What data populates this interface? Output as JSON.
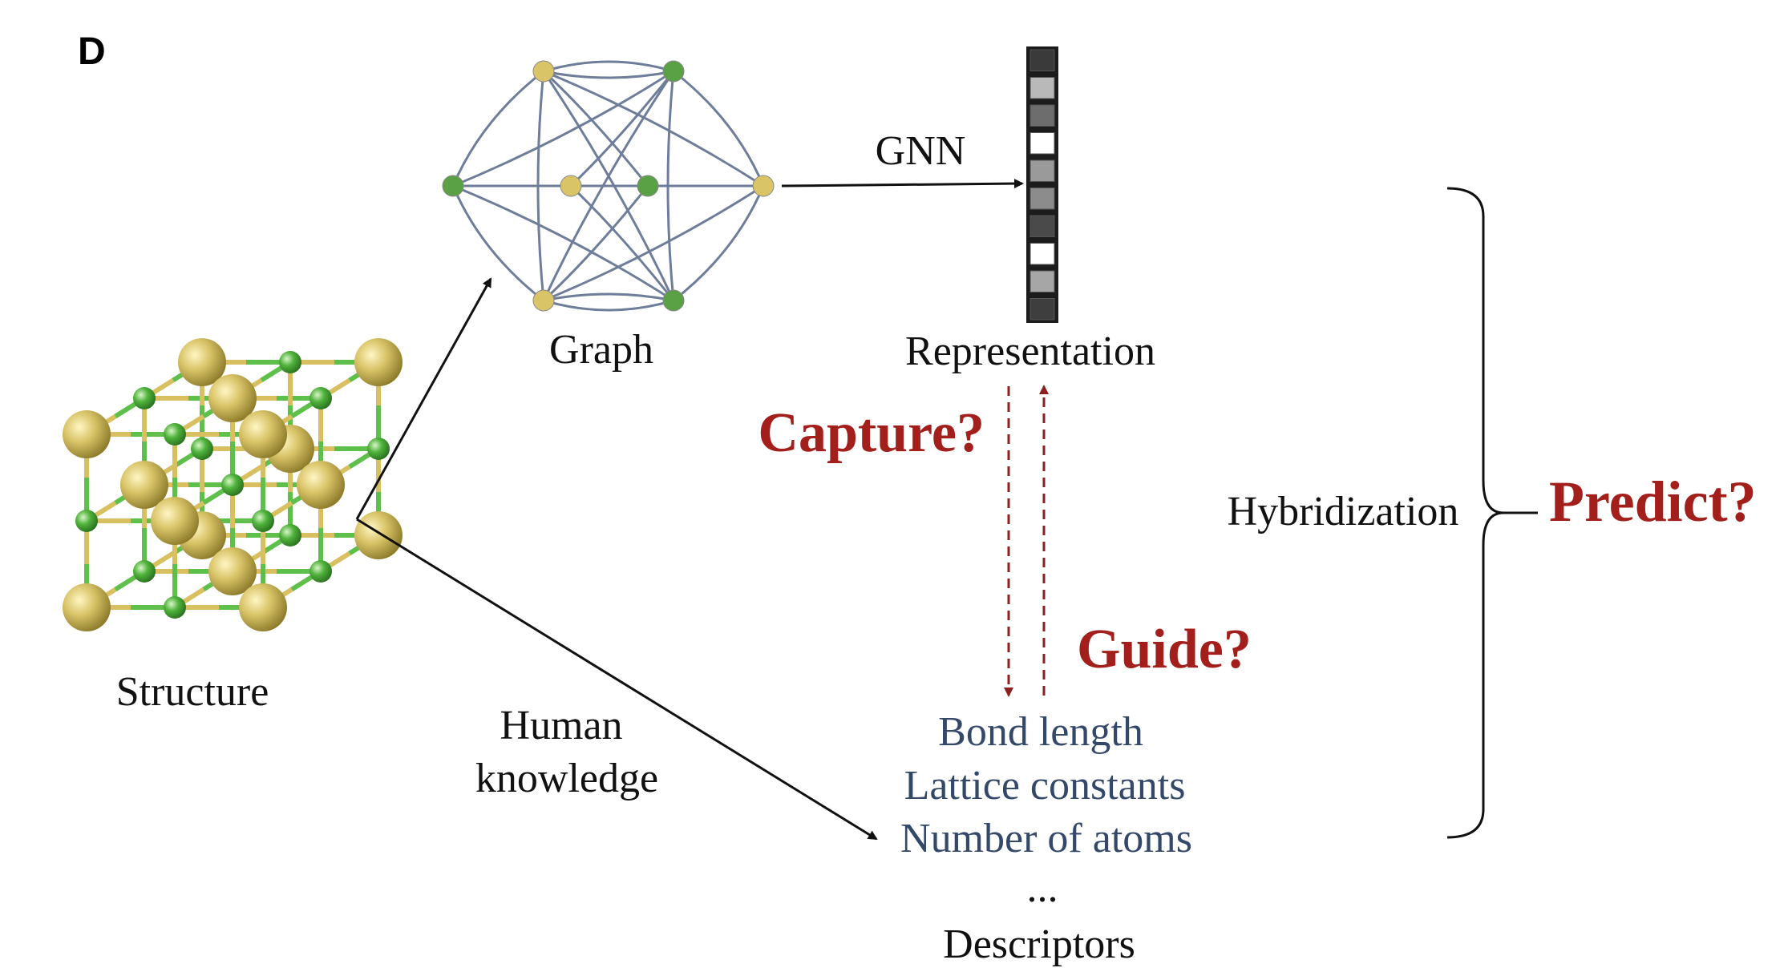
{
  "panel_label": "D",
  "labels": {
    "structure": "Structure",
    "graph": "Graph",
    "gnn": "GNN",
    "representation": "Representation",
    "capture": "Capture?",
    "guide": "Guide?",
    "hybridization": "Hybridization",
    "predict": "Predict?",
    "human_knowledge_line1": "Human",
    "human_knowledge_line2": "knowledge",
    "descriptors": "Descriptors",
    "ellipsis": "..."
  },
  "descriptor_items": [
    "Bond length",
    "Lattice constants",
    "Number of atoms"
  ],
  "representation_cells": [
    "#3a3a3a",
    "#b9b9b9",
    "#6d6d6d",
    "#ffffff",
    "#9a9a9a",
    "#8c8c8c",
    "#4a4a4a",
    "#ffffff",
    "#a6a6a6",
    "#3e3e3e"
  ],
  "colors": {
    "red_text": "#a31f1c",
    "descriptor_text": "#34496a",
    "graph_edge": "#6e7d99",
    "gold_atom": "#d9c468",
    "green_atom": "#5aa045"
  }
}
